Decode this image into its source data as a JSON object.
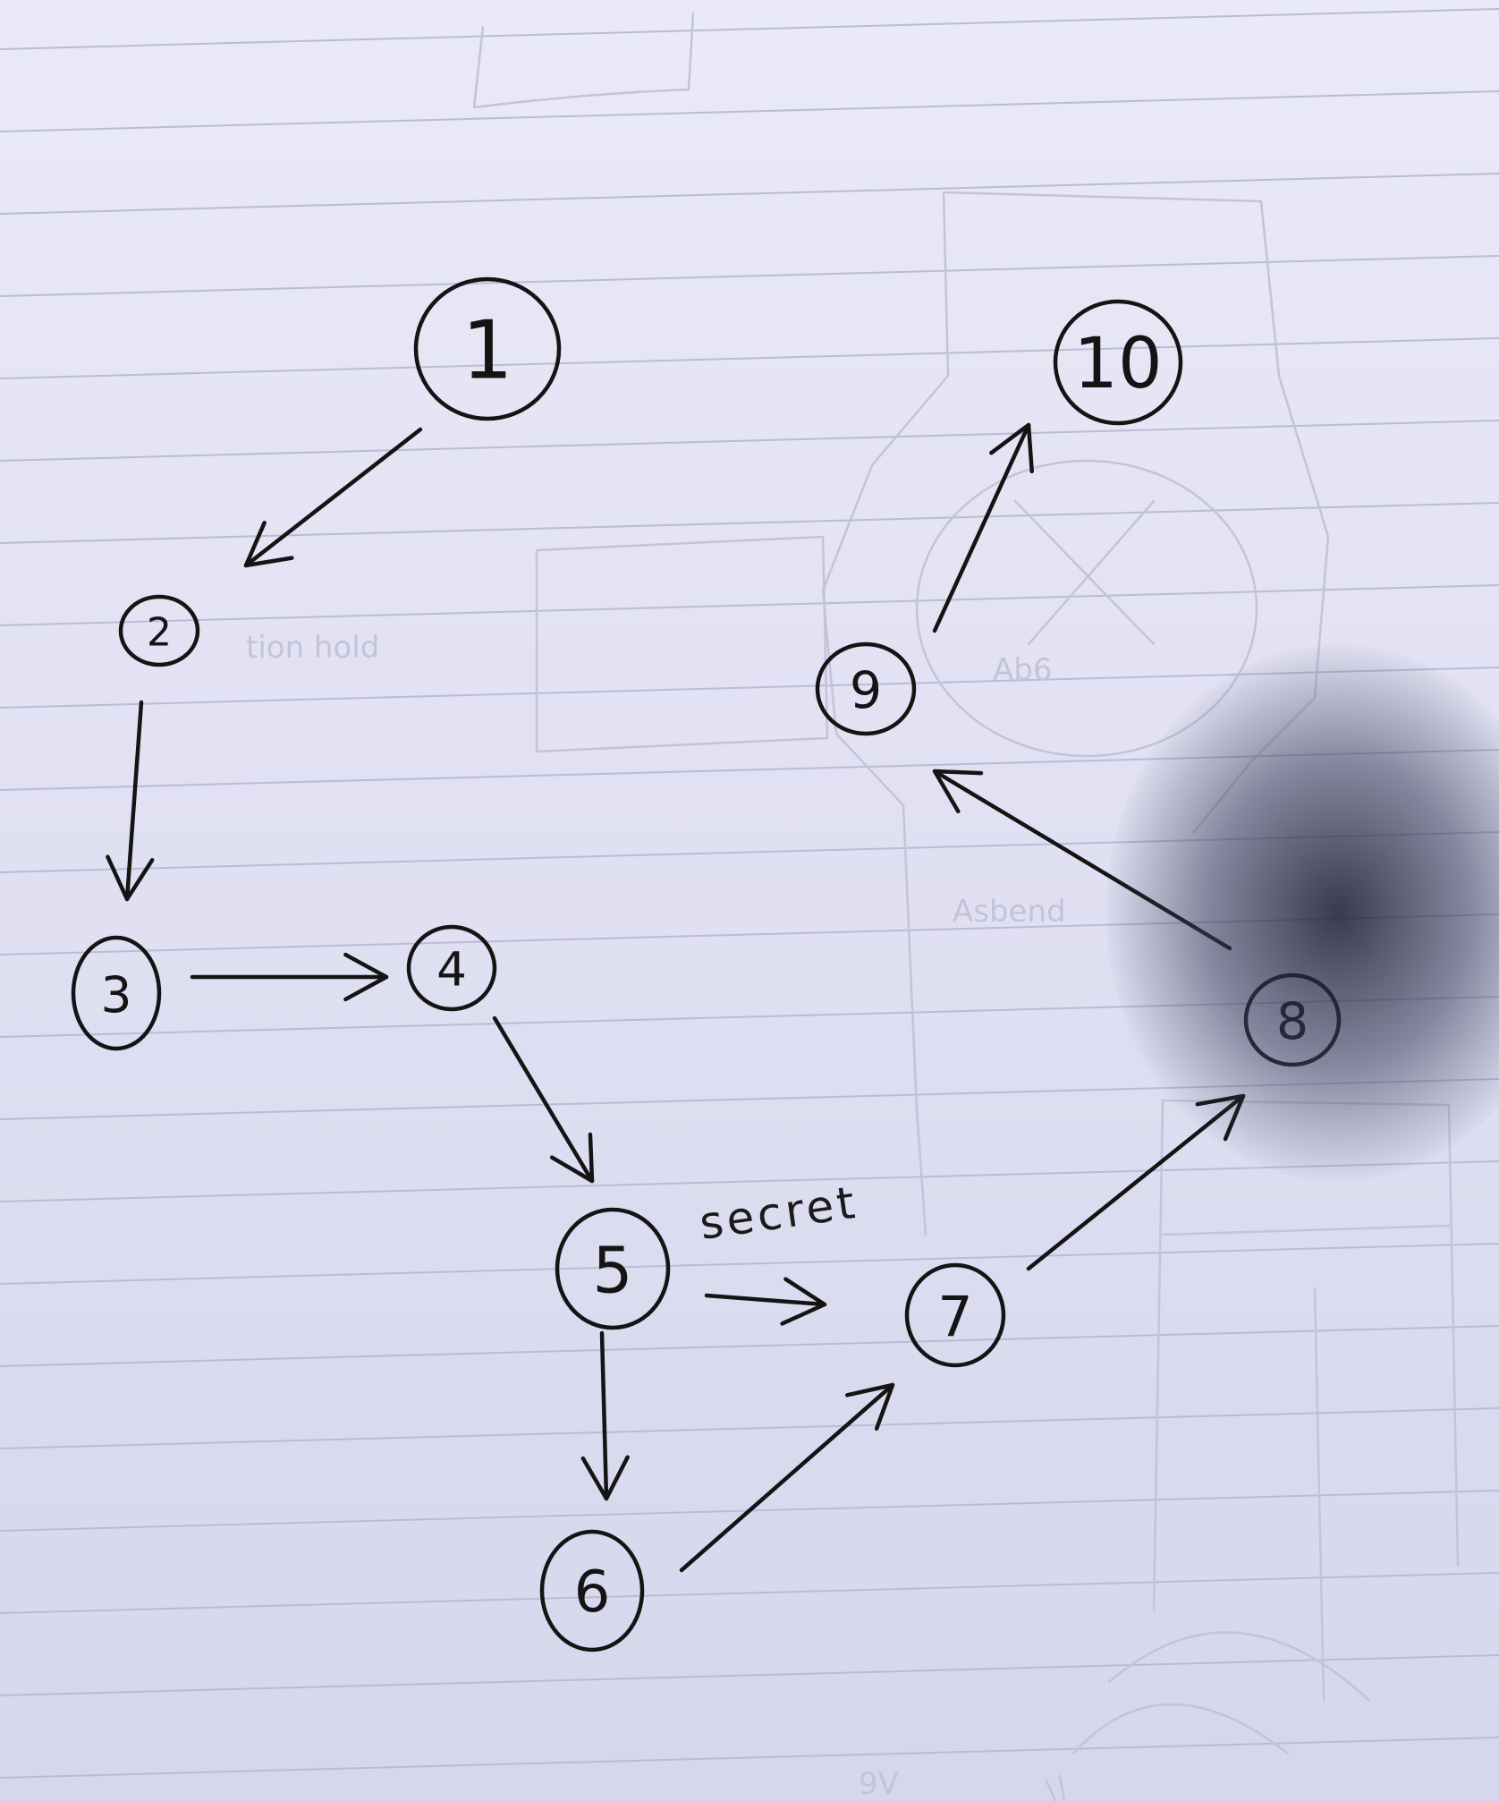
{
  "nodes": [
    {
      "id": "1",
      "label": "1"
    },
    {
      "id": "2",
      "label": "2"
    },
    {
      "id": "3",
      "label": "3"
    },
    {
      "id": "4",
      "label": "4"
    },
    {
      "id": "5",
      "label": "5"
    },
    {
      "id": "6",
      "label": "6"
    },
    {
      "id": "7",
      "label": "7"
    },
    {
      "id": "8",
      "label": "8"
    },
    {
      "id": "9",
      "label": "9"
    },
    {
      "id": "10",
      "label": "10"
    }
  ],
  "edges": [
    {
      "from": "1",
      "to": "2",
      "label": ""
    },
    {
      "from": "2",
      "to": "3",
      "label": ""
    },
    {
      "from": "3",
      "to": "4",
      "label": ""
    },
    {
      "from": "4",
      "to": "5",
      "label": ""
    },
    {
      "from": "5",
      "to": "6",
      "label": ""
    },
    {
      "from": "5",
      "to": "7",
      "label": "secret"
    },
    {
      "from": "6",
      "to": "7",
      "label": ""
    },
    {
      "from": "7",
      "to": "8",
      "label": ""
    },
    {
      "from": "8",
      "to": "9",
      "label": ""
    },
    {
      "from": "9",
      "to": "10",
      "label": ""
    }
  ],
  "colors": {
    "paper": "#e4e4f5",
    "ink": "#141414",
    "ruled_lines": "#b9bcd6",
    "bleed_through": "#c4c4d8"
  }
}
